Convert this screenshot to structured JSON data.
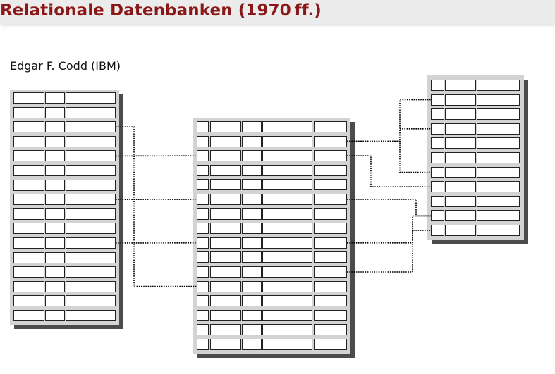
{
  "slide": {
    "title": "Relationale Datenbanken (1970 ff.)",
    "subtitle": "Edgar F. Codd (IBM)"
  },
  "colors": {
    "title": "#8b1818",
    "title_bar": "#ececec",
    "table_frame": "#d3d3d3",
    "table_shadow": "#4b4b4b",
    "cell": "#ffffff",
    "line": "#000000"
  },
  "tables": [
    {
      "name": "left-table",
      "columns": 3,
      "rows": 16
    },
    {
      "name": "center-table",
      "columns": 5,
      "rows": 16
    },
    {
      "name": "right-table",
      "columns": 3,
      "rows": 11
    }
  ],
  "relations": [
    {
      "from": "left-table",
      "from_row": 3,
      "to": "center-table",
      "to_row": 12
    },
    {
      "from": "left-table",
      "from_row": 5,
      "to": "center-table",
      "to_row": 3
    },
    {
      "from": "left-table",
      "from_row": 8,
      "to": "center-table",
      "to_row": 6
    },
    {
      "from": "left-table",
      "from_row": 11,
      "to": "center-table",
      "to_row": 9
    },
    {
      "from": "center-table",
      "from_row": 2,
      "to": "right-table",
      "to_row": 2
    },
    {
      "from": "center-table",
      "from_row": 2,
      "to": "right-table",
      "to_row": 4
    },
    {
      "from": "center-table",
      "from_row": 2,
      "to": "right-table",
      "to_row": 7
    },
    {
      "from": "center-table",
      "from_row": 3,
      "to": "right-table",
      "to_row": 8
    },
    {
      "from": "center-table",
      "from_row": 6,
      "to": "right-table",
      "to_row": 10
    },
    {
      "from": "center-table",
      "from_row": 9,
      "to": "right-table",
      "to_row": 11
    },
    {
      "from": "center-table",
      "from_row": 11,
      "to": "right-table",
      "to_row": 10
    }
  ]
}
